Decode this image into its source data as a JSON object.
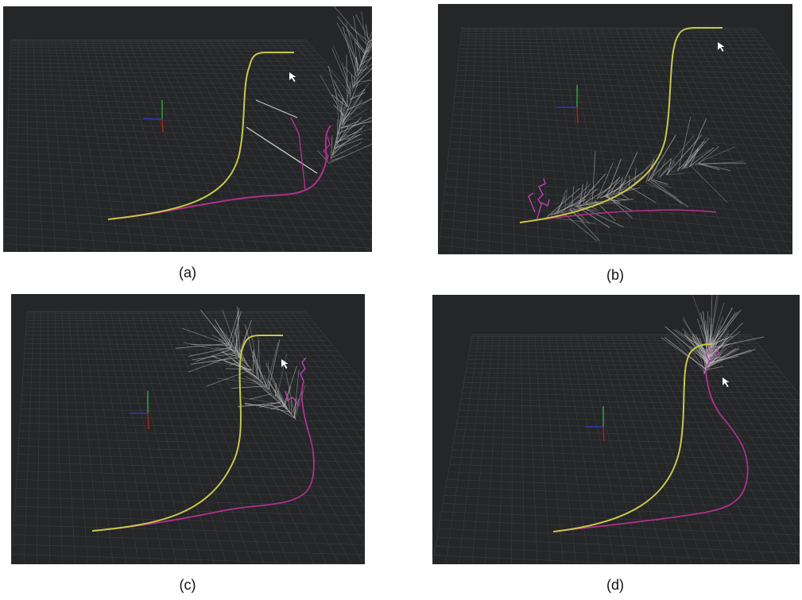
{
  "panels": [
    {
      "id": "a",
      "caption": "(a)"
    },
    {
      "id": "b",
      "caption": "(b)"
    },
    {
      "id": "c",
      "caption": "(c)"
    },
    {
      "id": "d",
      "caption": "(d)"
    }
  ],
  "colors": {
    "background": "#252628",
    "grid": "#3a3c3f",
    "planned_path": "#c9c84a",
    "executed_path": "#b0308e",
    "tree_branches": "#bdbdbd",
    "axis_x": "#b02020",
    "axis_y": "#30a030",
    "axis_z": "#2a3ab0",
    "cursor": "#ffffff"
  },
  "icons": {
    "cursor": "mouse-pointer-icon",
    "origin": "coordinate-axes-icon"
  }
}
